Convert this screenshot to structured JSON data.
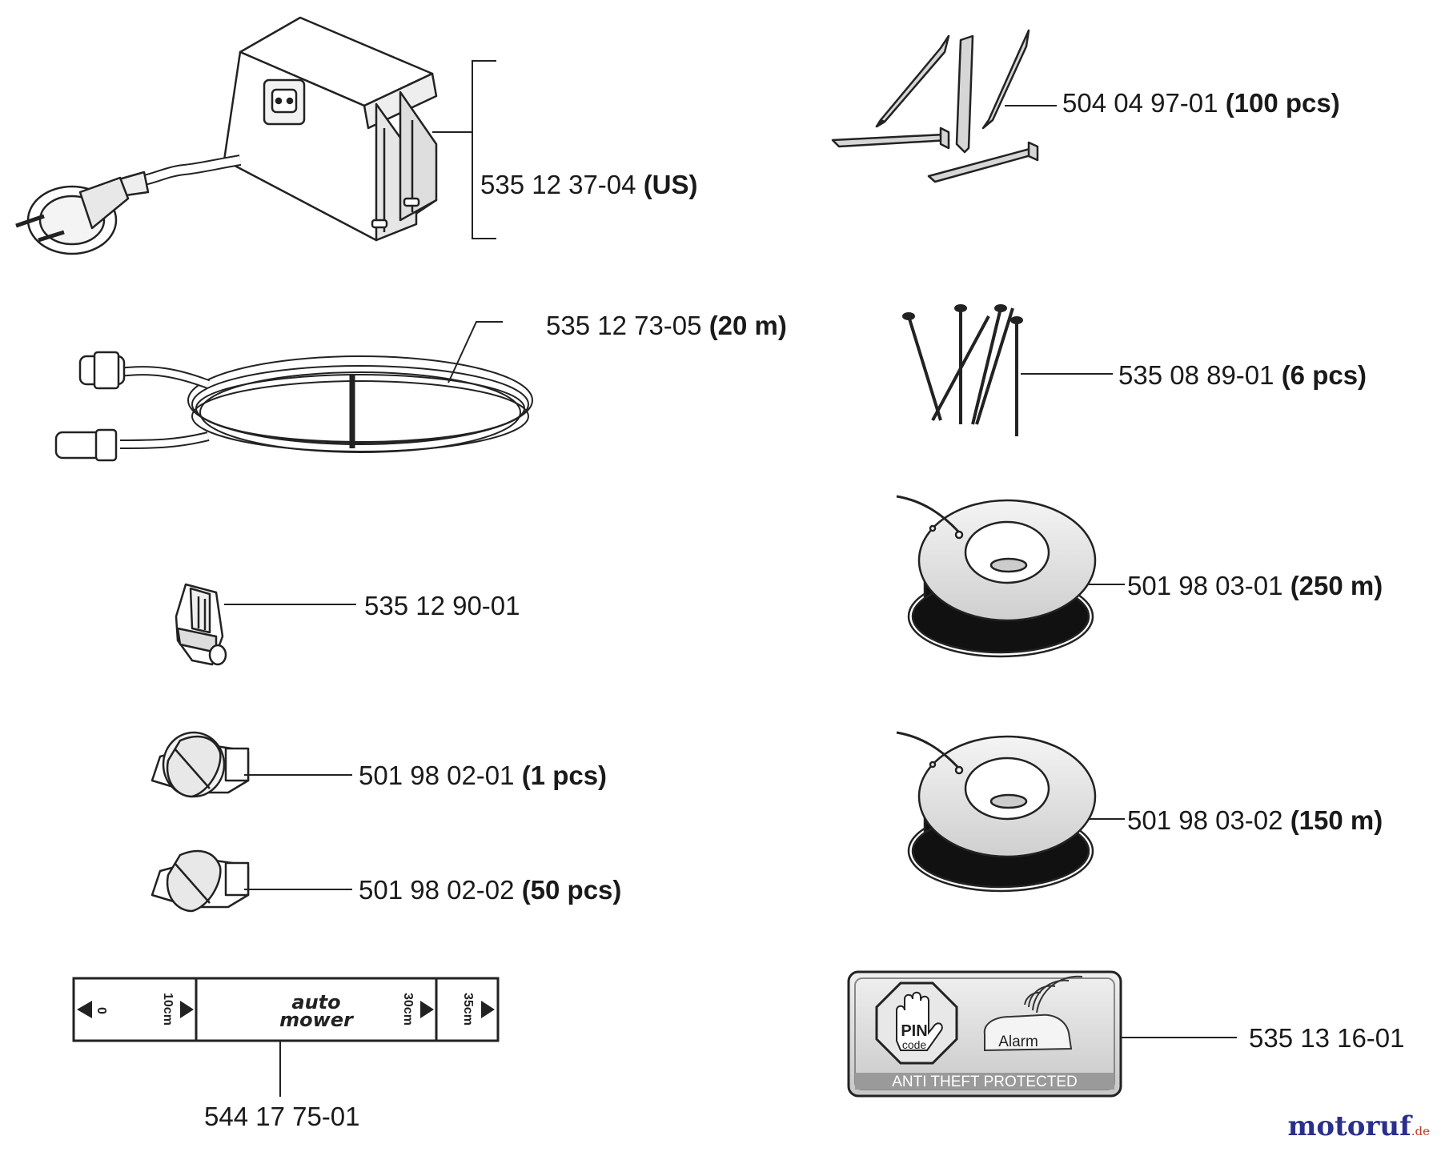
{
  "parts": [
    {
      "number": "535 12 37-04",
      "qty": "(US)"
    },
    {
      "number": "504 04 97-01",
      "qty": "(100 pcs)"
    },
    {
      "number": "535 12 73-05",
      "qty": "(20 m)"
    },
    {
      "number": "535 08 89-01",
      "qty": "(6 pcs)"
    },
    {
      "number": "535 12 90-01",
      "qty": ""
    },
    {
      "number": "501 98 03-01",
      "qty": "(250 m)"
    },
    {
      "number": "501 98 02-01",
      "qty": "(1 pcs)"
    },
    {
      "number": "501 98 03-02",
      "qty": "(150 m)"
    },
    {
      "number": "501 98 02-02",
      "qty": "(50 pcs)"
    },
    {
      "number": "544 17 75-01",
      "qty": ""
    },
    {
      "number": "535 13 16-01",
      "qty": ""
    }
  ],
  "ruler": {
    "brand_line1": "auto",
    "brand_line2": "mower",
    "marks": [
      "0",
      "10cm",
      "30cm",
      "35cm"
    ]
  },
  "sticker": {
    "pin": "PIN",
    "code": "code",
    "alarm": "Alarm",
    "banner": "ANTI THEFT PROTECTED"
  },
  "watermark": {
    "main": "motoruf",
    "suffix": ".de"
  }
}
